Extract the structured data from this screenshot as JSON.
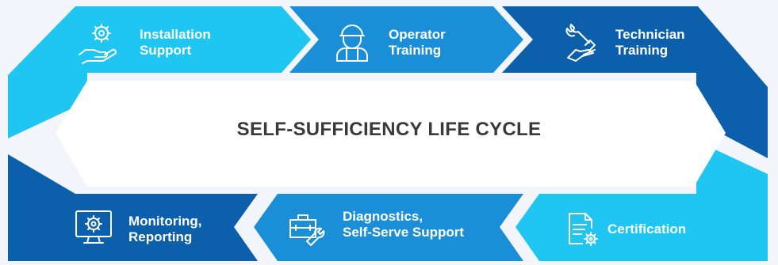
{
  "title": "SELF-SUFFICIENCY LIFE CYCLE",
  "colors": {
    "light_blue": "#1ec6f1",
    "mid_blue": "#1a8fd8",
    "dark_blue": "#0c5fab",
    "center_box": "#ffffff",
    "title_text": "#3a3a3a"
  },
  "steps": [
    {
      "lines": [
        "Installation",
        "Support"
      ],
      "icon": "gear-hand-icon",
      "color": "light_blue"
    },
    {
      "lines": [
        "Operator",
        "Training"
      ],
      "icon": "operator-icon",
      "color": "mid_blue"
    },
    {
      "lines": [
        "Technician",
        "Training"
      ],
      "icon": "wrench-hand-icon",
      "color": "dark_blue"
    },
    {
      "lines": [
        "Certification"
      ],
      "icon": "certificate-document-icon",
      "color": "light_blue"
    },
    {
      "lines": [
        "Diagnostics,",
        "Self-Serve Support"
      ],
      "icon": "toolbox-icon",
      "color": "mid_blue"
    },
    {
      "lines": [
        "Monitoring,",
        "Reporting"
      ],
      "icon": "monitor-gear-icon",
      "color": "dark_blue"
    }
  ]
}
